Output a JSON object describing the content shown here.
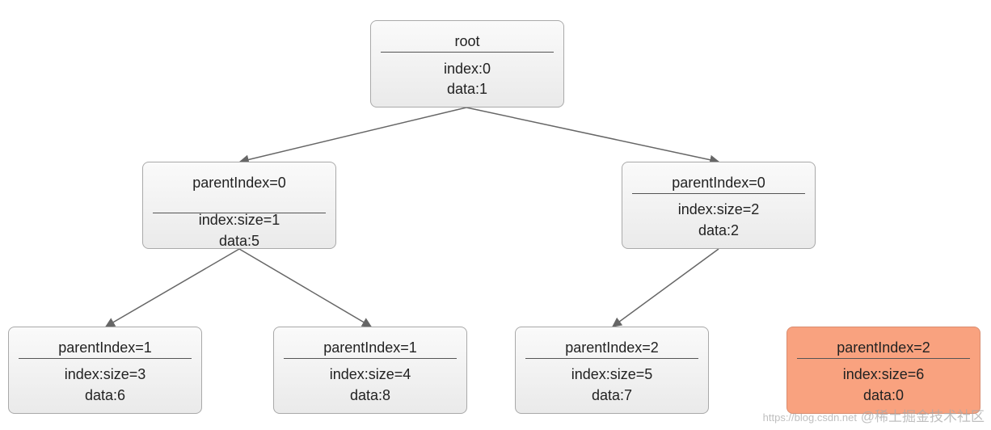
{
  "nodes": [
    {
      "id": "root",
      "title": "root",
      "line1": "index:0",
      "line2": "data:1",
      "highlight": false
    },
    {
      "id": "a",
      "title": "parentIndex=0",
      "line1": "index:size=1",
      "line2": "data:5",
      "highlight": false
    },
    {
      "id": "b",
      "title": "parentIndex=0",
      "line1": "index:size=2",
      "line2": "data:2",
      "highlight": false
    },
    {
      "id": "c",
      "title": "parentIndex=1",
      "line1": "index:size=3",
      "line2": "data:6",
      "highlight": false
    },
    {
      "id": "d",
      "title": "parentIndex=1",
      "line1": "index:size=4",
      "line2": "data:8",
      "highlight": false
    },
    {
      "id": "e",
      "title": "parentIndex=2",
      "line1": "index:size=5",
      "line2": "data:7",
      "highlight": false
    },
    {
      "id": "f",
      "title": "parentIndex=2",
      "line1": "index:size=6",
      "line2": "data:0",
      "highlight": true
    }
  ],
  "edges": [
    {
      "from": "root",
      "to": "a"
    },
    {
      "from": "root",
      "to": "b"
    },
    {
      "from": "a",
      "to": "c"
    },
    {
      "from": "a",
      "to": "d"
    },
    {
      "from": "b",
      "to": "e"
    }
  ],
  "colors": {
    "highlight": "#f9a27f",
    "edge": "#666666"
  },
  "watermark": {
    "text": "@稀土掘金技术社区",
    "site": "https://blog.csdn.net"
  }
}
